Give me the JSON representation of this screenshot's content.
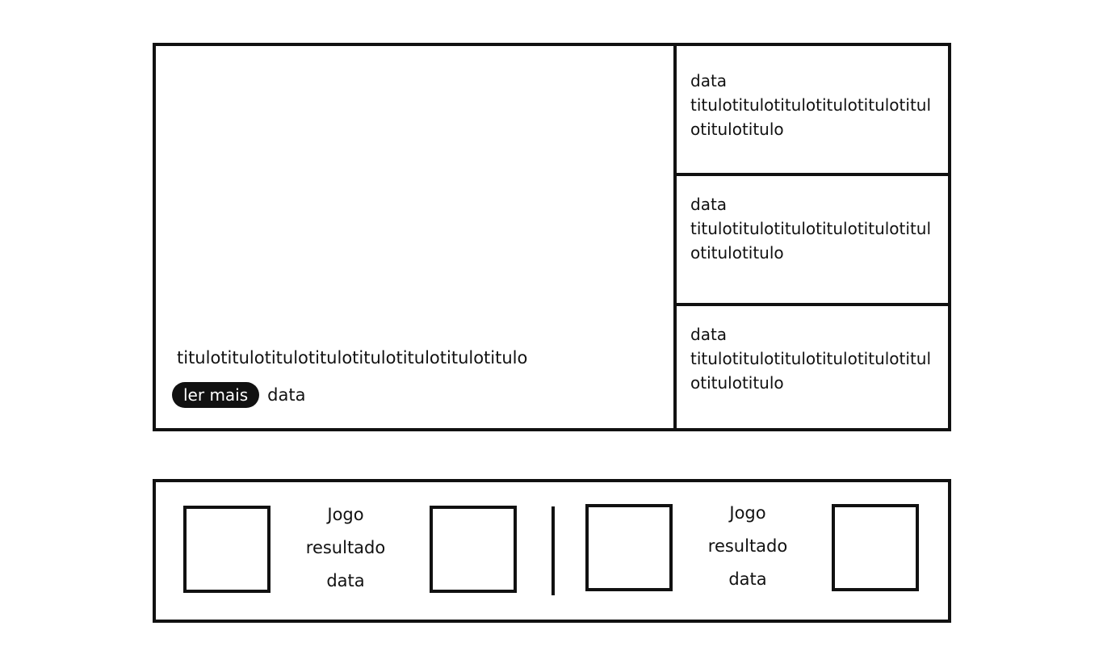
{
  "featured": {
    "title": "titulotitulotitulotitulotitulotitulotitulotitulo",
    "read_more_label": "ler mais",
    "date": "data"
  },
  "side_news": [
    {
      "date": "data",
      "title": "titulotitulotitulotitulotitulotitulotitulotitulo"
    },
    {
      "date": "data",
      "title": "titulotitulotitulotitulotitulotitulotitulotitulo"
    },
    {
      "date": "data",
      "title": "titulotitulotitulotitulotitulotitulotitulotitulo"
    }
  ],
  "games": [
    {
      "label": "Jogo",
      "result": "resultado",
      "date": "data"
    },
    {
      "label": "Jogo",
      "result": "resultado",
      "date": "data"
    }
  ]
}
